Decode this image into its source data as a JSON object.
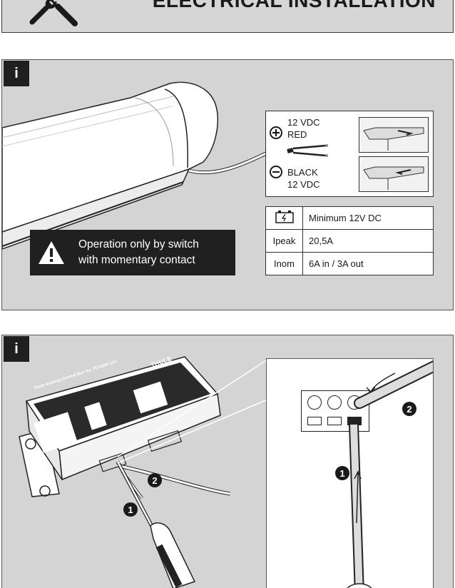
{
  "header": {
    "title": "ELECTRICAL INSTALLATION",
    "icon": "wrench-screwdriver-icon"
  },
  "panel1": {
    "badge": "i",
    "wiring": {
      "positive_voltage": "12 VDC",
      "positive_color": "RED",
      "negative_color": "BLACK",
      "negative_voltage": "12 VDC"
    },
    "warning": {
      "line1": "Operation only by switch",
      "line2": "with momentary contact"
    },
    "specs": [
      {
        "key_icon": "battery-icon",
        "value": "Minimum 12V DC"
      },
      {
        "key": "Ipeak",
        "value": "20,5A"
      },
      {
        "key": "Inom",
        "value": "6A in / 3A out"
      }
    ]
  },
  "panel2": {
    "badge": "i",
    "control_box": {
      "brand": "THULE",
      "title": "Thule Awning Control Box for TO 6300 12V"
    },
    "step1": "1",
    "step2": "2"
  },
  "colors": {
    "panel_bg": "#d4d4d4",
    "dark": "#202020",
    "white": "#ffffff"
  }
}
